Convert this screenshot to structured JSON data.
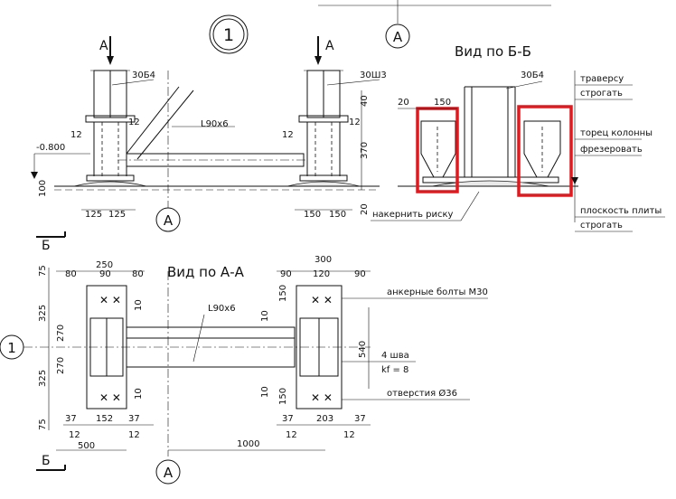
{
  "axes": {
    "axis_1": "1",
    "axis_a": "А",
    "axis_1_left": "1",
    "axis_a_bottom": "А",
    "axis_a_mid": "А"
  },
  "sections": {
    "a_left": "А",
    "a_right": "А",
    "b_top": "Б",
    "b_bottom": "Б"
  },
  "titles": {
    "view_bb": "Вид по Б-Б",
    "view_aa": "Вид по А-А"
  },
  "profiles": {
    "col_left": "30Б4",
    "col_right": "30Ш3",
    "brace_top": "L90x6",
    "brace_plan": "L90x6",
    "col_bb": "30Б4"
  },
  "elevation": {
    "level": "-0.800",
    "dims": [
      "12",
      "12",
      "12",
      "100",
      "125",
      "125",
      "40",
      "370",
      "12",
      "150",
      "150",
      "20"
    ]
  },
  "annotations": {
    "traverse": "траверсу",
    "plane1": "строгать",
    "column_end": "торец колонны",
    "mill": "фрезеровать",
    "plate_plane": "плоскость плиты",
    "plane2": "строгать",
    "punch": "накернить риску",
    "anchor": "анкерные болты М30",
    "weld1": "4 шва",
    "weld2": "kf = 8",
    "holes": "отверстия Ø36"
  },
  "bb_dims": [
    "20",
    "150"
  ],
  "plan_dims": {
    "left_top": [
      "250",
      "80",
      "90",
      "80"
    ],
    "right_top": [
      "300",
      "90",
      "120",
      "90"
    ],
    "left_side": [
      "75",
      "325",
      "270",
      "270",
      "325",
      "75"
    ],
    "right_side": [
      "540"
    ],
    "tens": [
      "10",
      "10",
      "10",
      "150",
      "150",
      "10"
    ],
    "left_bottom": [
      "37",
      "152",
      "37",
      "12",
      "12",
      "500"
    ],
    "right_bottom": [
      "37",
      "203",
      "37",
      "12",
      "12"
    ],
    "span": "1000"
  }
}
